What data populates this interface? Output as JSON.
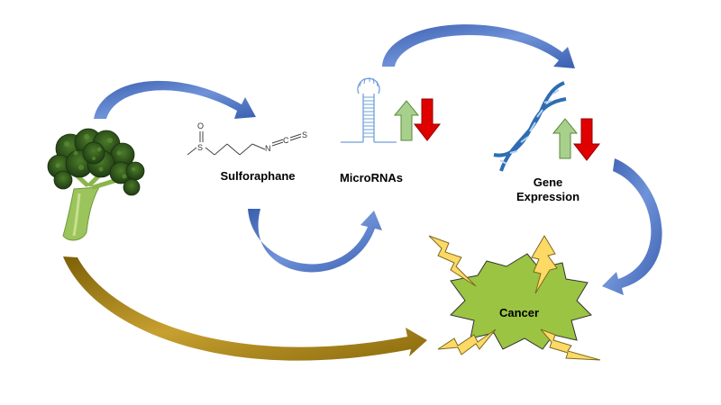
{
  "labels": {
    "sulforaphane": "Sulforaphane",
    "micrornas": "MicroRNAs",
    "gene_line1": "Gene",
    "gene_line2": "Expression",
    "cancer": "Cancer"
  },
  "molecule_atoms": {
    "sulfoxide_o": "O",
    "sulfur": "S",
    "nitrogen": "N",
    "carbon": "C",
    "thio_s": "S"
  },
  "icons": [
    "broccoli-icon",
    "sulforaphane-structure-icon",
    "microrna-hairpin-icon",
    "dna-helix-icon",
    "up-arrow-icon",
    "down-arrow-icon",
    "lightning-bolt-icon",
    "cancer-burst-icon"
  ],
  "colors": {
    "blue_arrow": "#4a70c0",
    "gold_arrow": "#a07c10",
    "up_arrow_fill": "#a8d08d",
    "down_arrow_fill": "#e00000",
    "cancer_fill": "#9bc443",
    "bolt_fill": "#ffd966",
    "dna_blue": "#2e6db4"
  }
}
